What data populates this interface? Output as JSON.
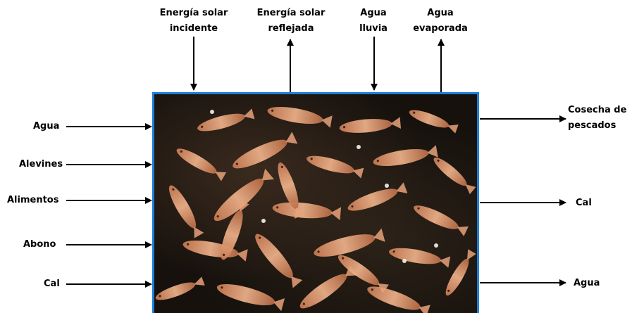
{
  "top_labels": [
    {
      "line1": "Energía solar",
      "line2": "incidente",
      "direction": "in"
    },
    {
      "line1": "Energía solar",
      "line2": "reflejada",
      "direction": "out"
    },
    {
      "line1": "Agua",
      "line2": "lluvia",
      "direction": "in"
    },
    {
      "line1": "Agua",
      "line2": "evaporada",
      "direction": "out"
    }
  ],
  "left_labels": [
    "Agua",
    "Alevines",
    "Alimentos",
    "Abono",
    "Cal"
  ],
  "right_labels": [
    {
      "line1": "Cosecha de",
      "line2": "pescados"
    },
    {
      "line1": "Cal",
      "line2": ""
    },
    {
      "line1": "Agua",
      "line2": ""
    }
  ],
  "colors": {
    "frame_border": "#1e7fd8",
    "arrow": "#000000",
    "fish": "#e8a27a",
    "fish_highlight": "#f7cfae",
    "water": "#16110d"
  }
}
